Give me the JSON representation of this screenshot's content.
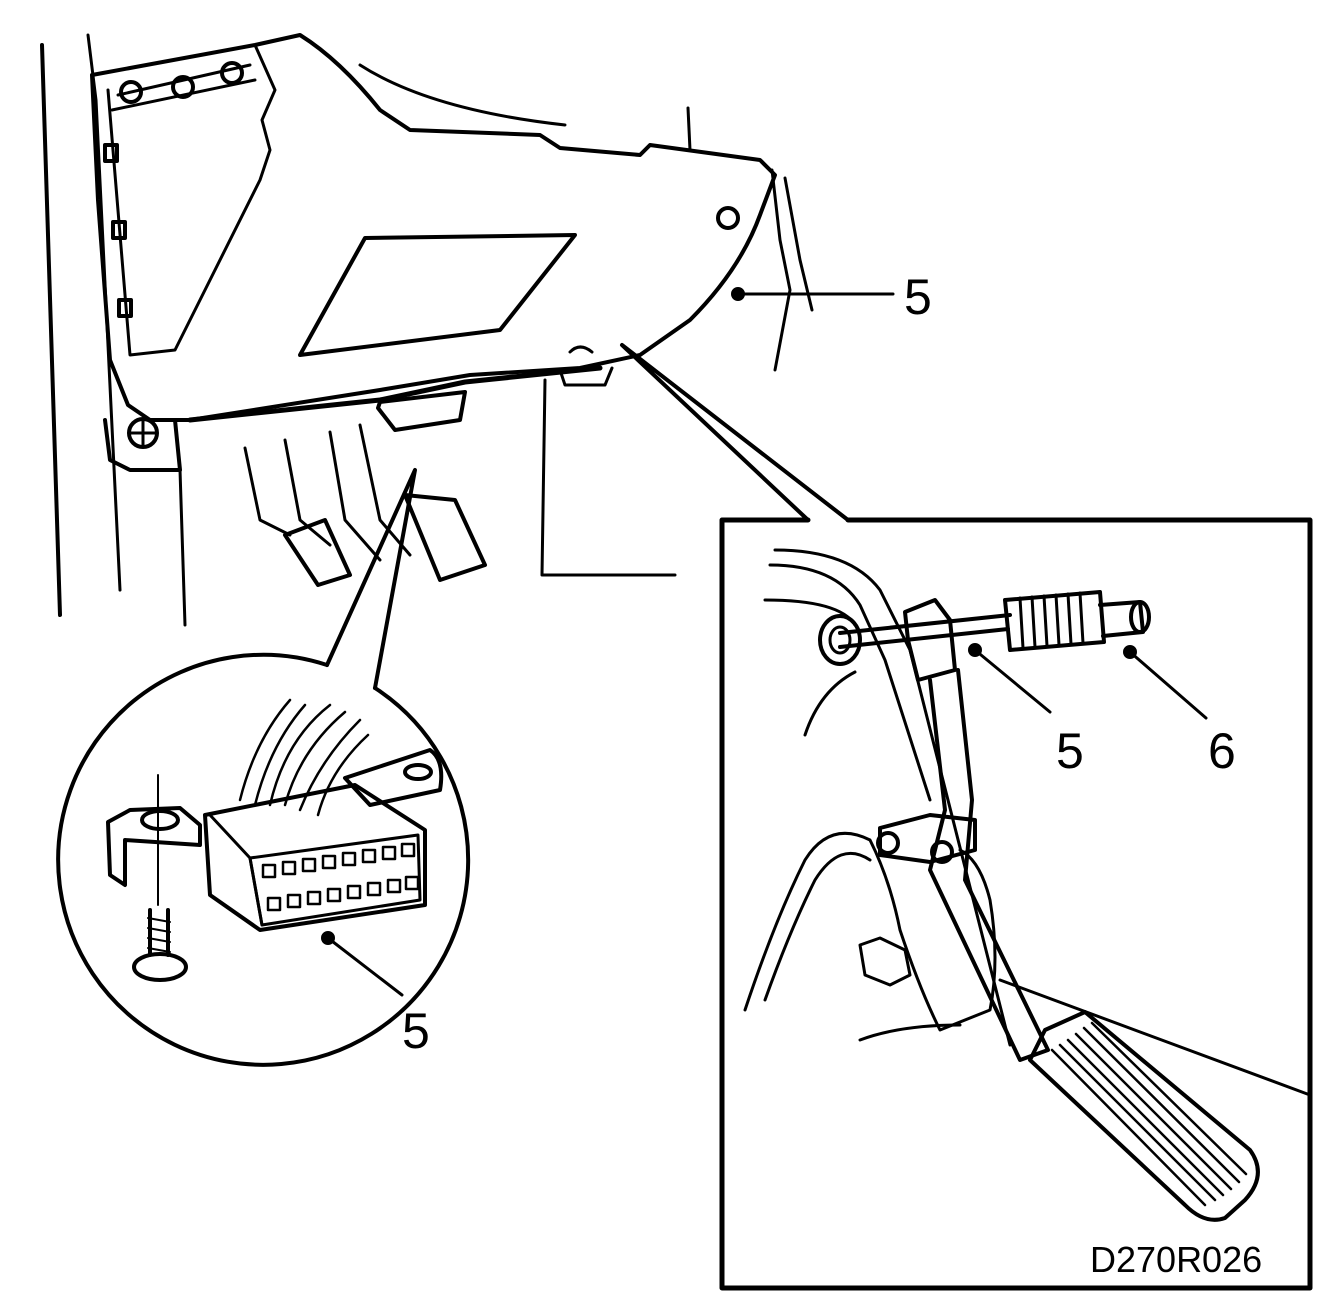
{
  "callouts": {
    "dash_panel": "5",
    "connector_inset": "5",
    "pedal_bracket": "5",
    "pedal_sensor": "6"
  },
  "figure_code": "D270R026",
  "colors": {
    "ink": "#000000",
    "paper": "#ffffff"
  }
}
